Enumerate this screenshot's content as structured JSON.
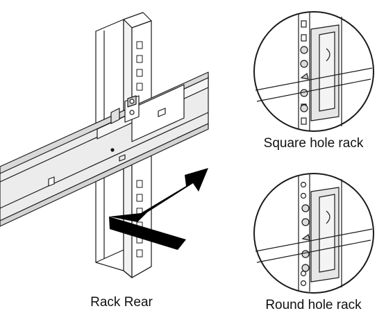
{
  "captions": {
    "main": "Rack Rear",
    "square_detail": "Square hole rack",
    "round_detail": "Round hole rack"
  },
  "colors": {
    "line": "#1a1a1a",
    "rail_fill": "#e6e6e6",
    "rail_shade": "#cfcfcf",
    "arrow": "#000000",
    "background": "#ffffff"
  }
}
